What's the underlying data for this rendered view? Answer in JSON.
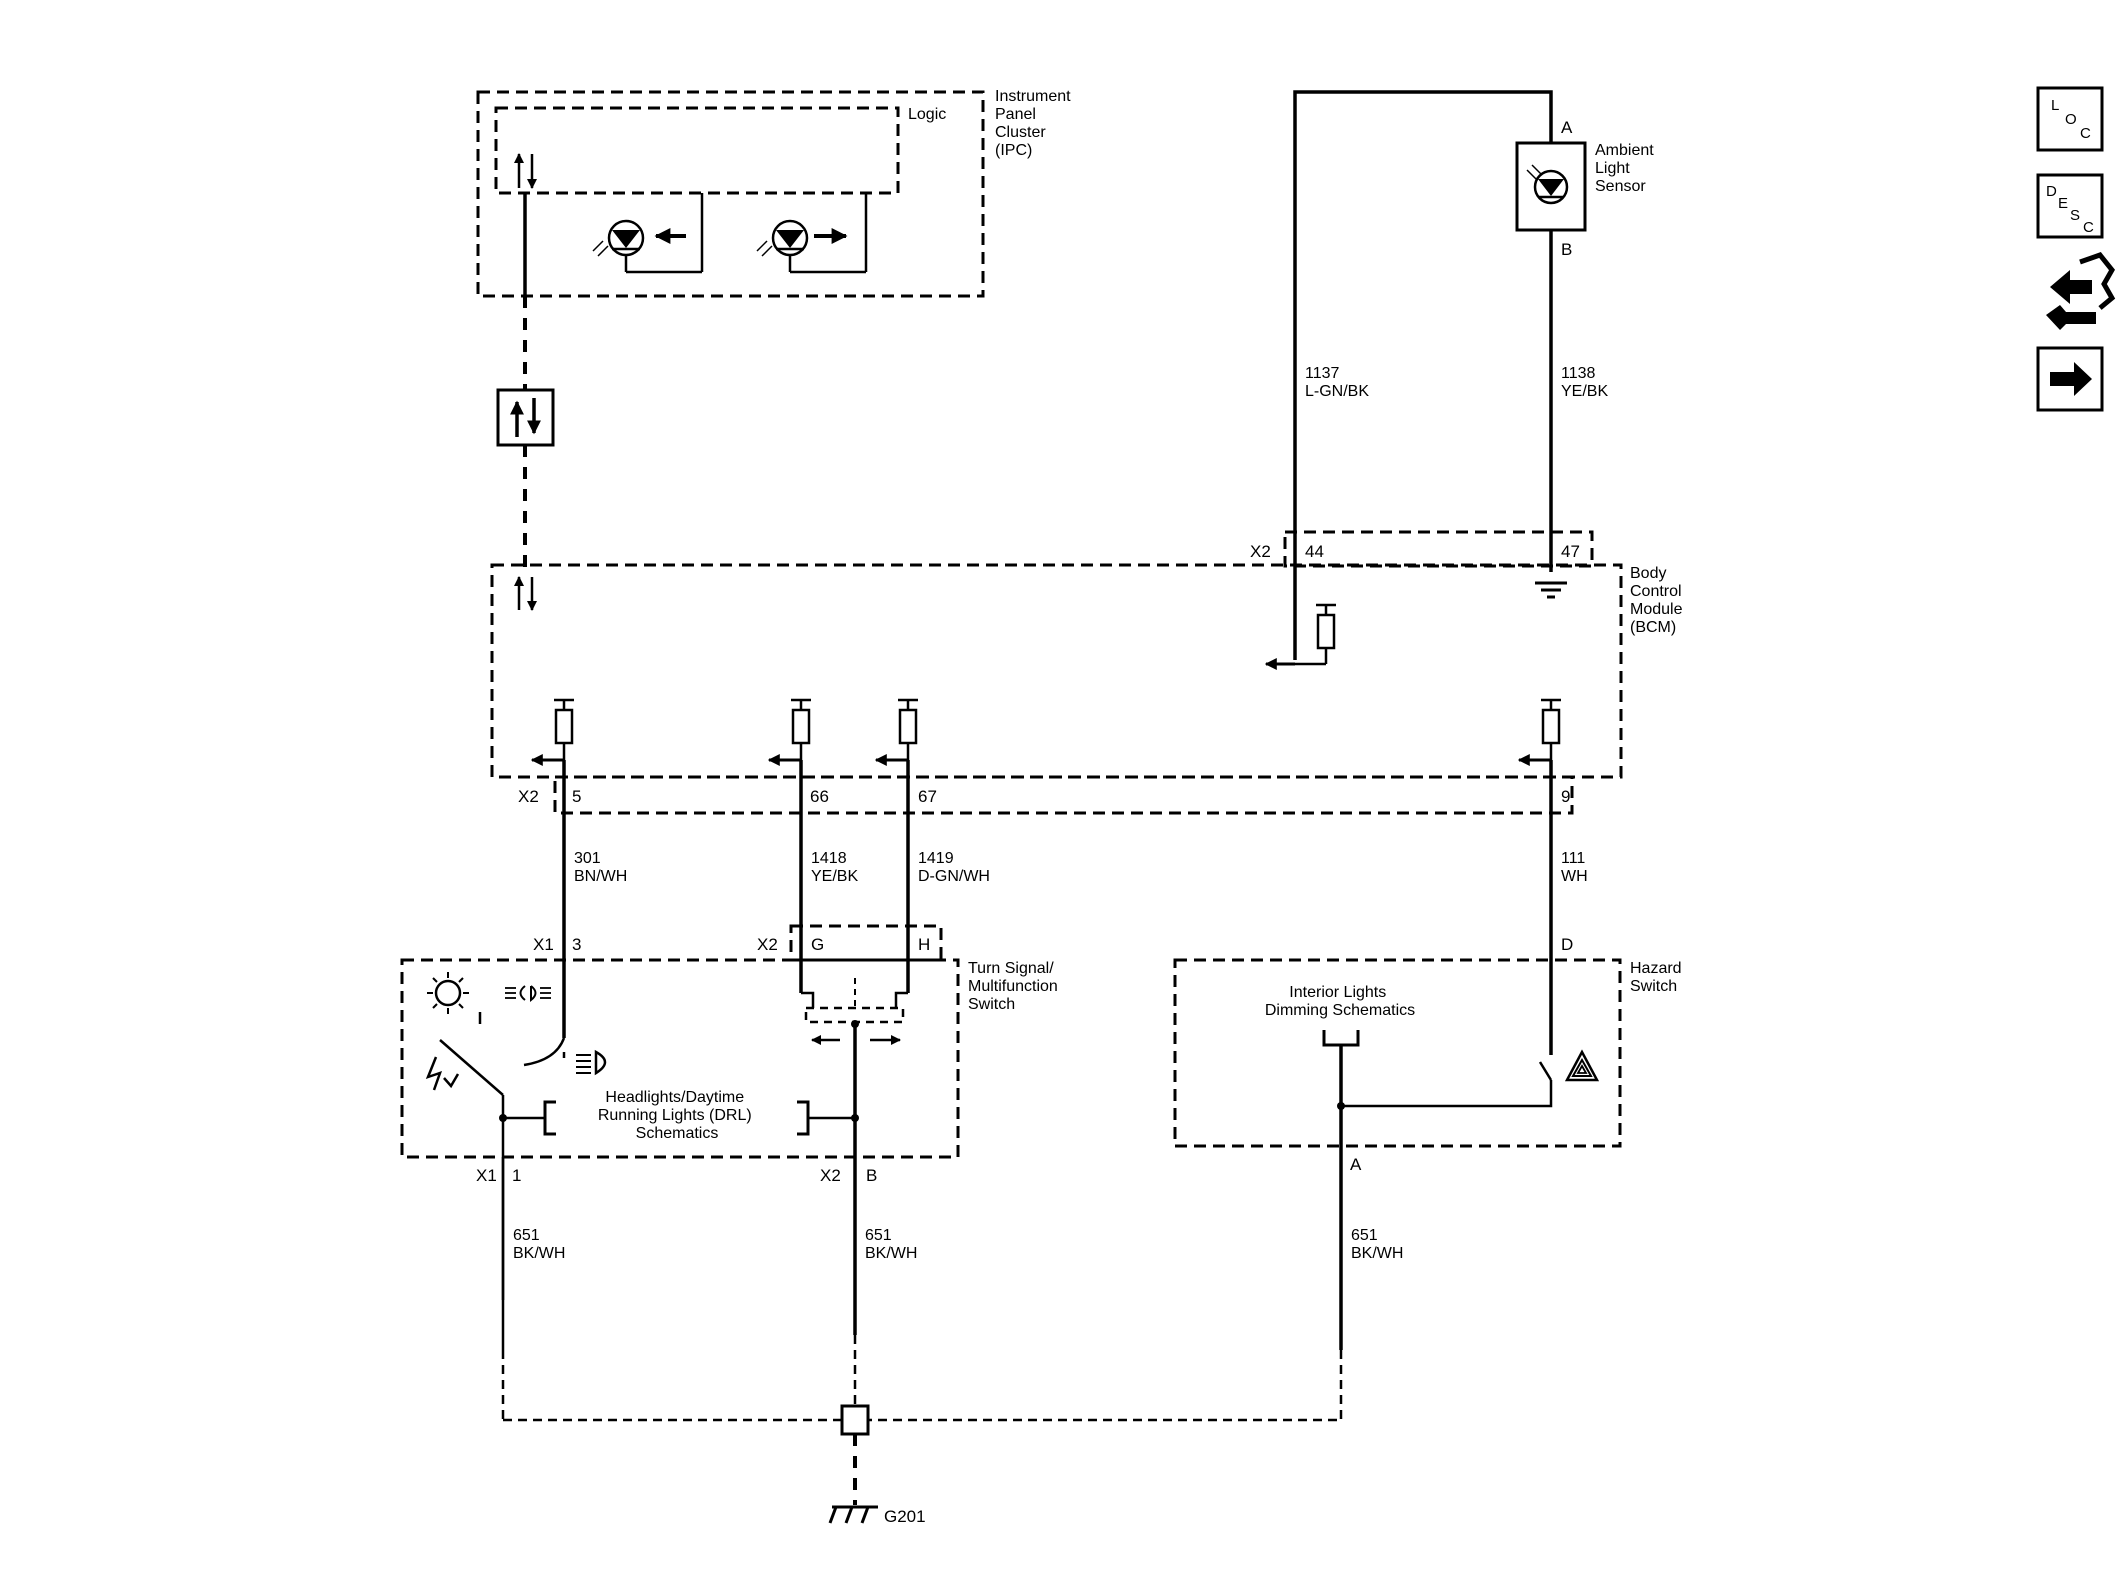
{
  "components": {
    "ipc": {
      "name_lines": [
        "Instrument",
        "Panel",
        "Cluster",
        "(IPC)"
      ],
      "logic_label": "Logic"
    },
    "ambient_sensor": {
      "name_lines": [
        "Ambient",
        "Light",
        "Sensor"
      ],
      "pin_top": "A",
      "pin_bottom": "B"
    },
    "bcm": {
      "name_lines": [
        "Body",
        "Control",
        "Module",
        "(BCM)"
      ]
    },
    "turn_signal_switch": {
      "name_lines": [
        "Turn Signal/",
        "Multifunction",
        "Switch"
      ]
    },
    "hazard_switch": {
      "name_lines": [
        "Hazard",
        "Switch"
      ]
    },
    "headlights_ref": {
      "lines": [
        "Headlights/Daytime",
        "Running Lights (DRL)",
        "Schematics"
      ]
    },
    "interior_ref": {
      "lines": [
        "Interior Lights",
        "Dimming Schematics"
      ]
    },
    "ground": {
      "label": "G201"
    }
  },
  "connectors": {
    "bcm_top": {
      "name": "X2",
      "pin_left": "44",
      "pin_right": "47"
    },
    "bcm_bottom": {
      "name": "X2",
      "pins": [
        "5",
        "66",
        "67",
        "9"
      ]
    },
    "tss_x1_top": {
      "name": "X1",
      "pin": "3"
    },
    "tss_x2_top": {
      "name": "X2",
      "pins": [
        "G",
        "H"
      ]
    },
    "tss_x1_bottom": {
      "name": "X1",
      "pin": "1"
    },
    "tss_x2_bottom": {
      "name": "X2",
      "pin": "B"
    },
    "hazard_top": {
      "pin": "D"
    },
    "hazard_bottom": {
      "pin": "A"
    }
  },
  "wires": {
    "w1137": {
      "circuit": "1137",
      "color": "L-GN/BK"
    },
    "w1138": {
      "circuit": "1138",
      "color": "YE/BK"
    },
    "w301": {
      "circuit": "301",
      "color": "BN/WH"
    },
    "w1418": {
      "circuit": "1418",
      "color": "YE/BK"
    },
    "w1419": {
      "circuit": "1419",
      "color": "D-GN/WH"
    },
    "w111": {
      "circuit": "111",
      "color": "WH"
    },
    "w651a": {
      "circuit": "651",
      "color": "BK/WH"
    },
    "w651b": {
      "circuit": "651",
      "color": "BK/WH"
    },
    "w651c": {
      "circuit": "651",
      "color": "BK/WH"
    }
  },
  "nav": {
    "loc": {
      "l1": "L",
      "l2": "O",
      "l3": "C"
    },
    "desc": {
      "l1": "D",
      "l2": "E",
      "l3": "S",
      "l4": "C"
    }
  }
}
